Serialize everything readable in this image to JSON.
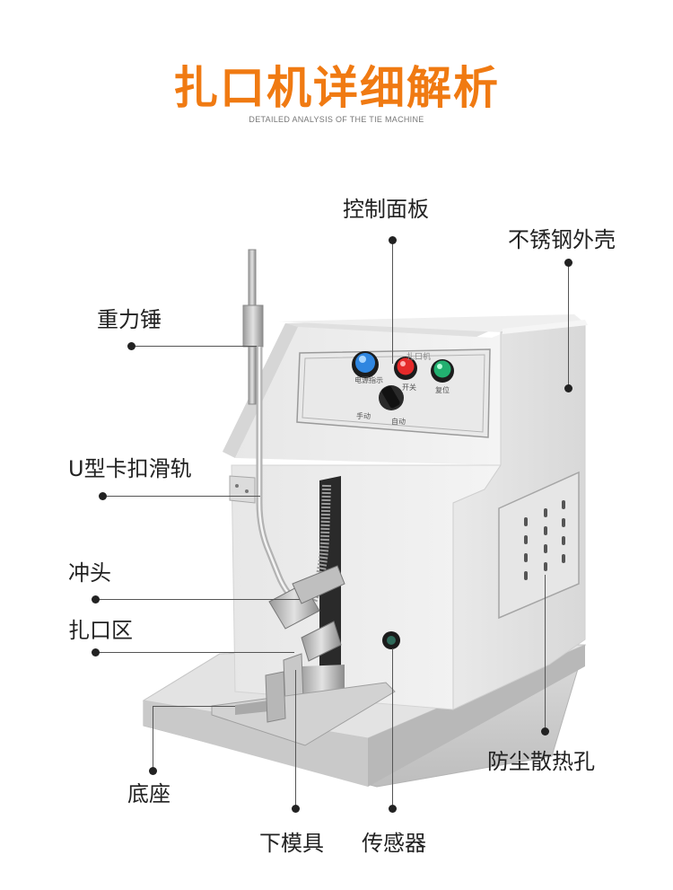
{
  "header": {
    "title": "扎口机详细解析",
    "subtitle": "DETAILED ANALYSIS OF THE TIE MACHINE"
  },
  "colors": {
    "title": "#f07a12",
    "button_blue": "#2f86e0",
    "button_red": "#e52a2a",
    "button_green": "#22b070"
  },
  "callouts": {
    "control_panel": "控制面板",
    "stainless_shell": "不锈钢外壳",
    "gravity_hammer": "重力锤",
    "u_rail": "U型卡扣滑轨",
    "punch": "冲头",
    "tie_area": "扎口区",
    "dust_vents": "防尘散热孔",
    "base": "底座",
    "lower_die": "下模具",
    "sensor": "传感器"
  },
  "panel": {
    "nameplate": "扎口机",
    "power_label": "电源指示",
    "switch_label": "开关",
    "reset_label": "复位",
    "manual_label": "手动",
    "auto_label": "自动"
  }
}
